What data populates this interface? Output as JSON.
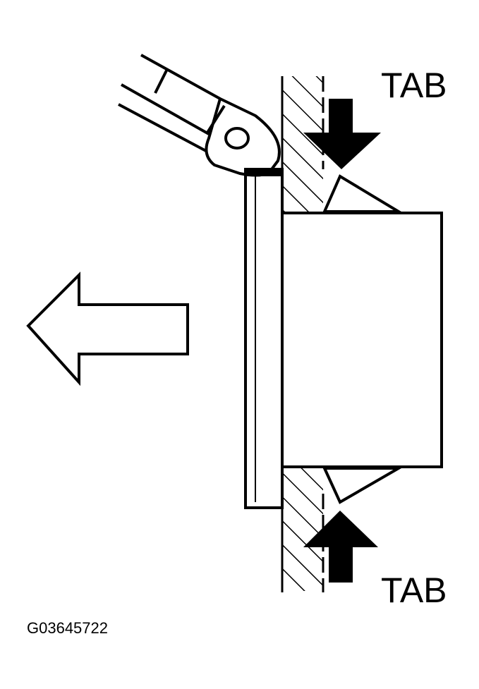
{
  "labels": {
    "tab_top": "TAB",
    "tab_bottom": "TAB",
    "figure_id": "G03645722"
  },
  "icons": {
    "pull_direction": "left-arrow-outline-icon",
    "tab_press_top": "down-arrow-solid-icon",
    "tab_press_bottom": "up-arrow-solid-icon"
  },
  "colors": {
    "ink": "#000000",
    "paper": "#ffffff"
  }
}
